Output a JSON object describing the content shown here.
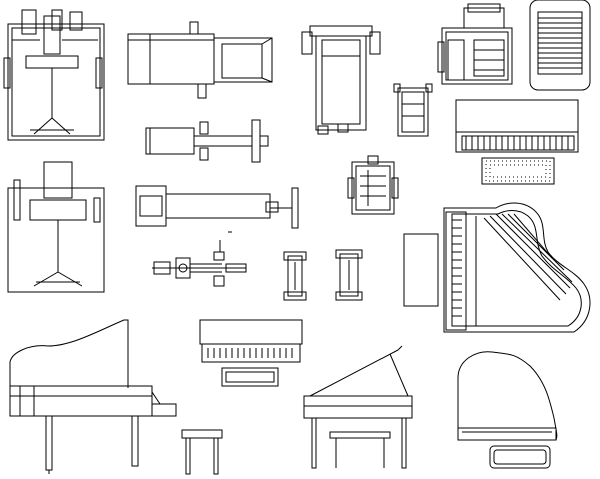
{
  "sheet": {
    "background": "#ffffff",
    "stroke": "#000000"
  },
  "blocks": [
    {
      "id": "weight-bench-station-top",
      "category": "gym"
    },
    {
      "id": "leg-press-machine-top",
      "category": "gym"
    },
    {
      "id": "treadmill-top",
      "category": "gym"
    },
    {
      "id": "exercise-station-top",
      "category": "gym"
    },
    {
      "id": "wall-panel-vent",
      "category": "fixture"
    },
    {
      "id": "ab-bench-top",
      "category": "gym"
    },
    {
      "id": "upright-piano-top",
      "category": "piano"
    },
    {
      "id": "piano-stool-top",
      "category": "piano"
    },
    {
      "id": "rowing-machine-top",
      "category": "gym"
    },
    {
      "id": "weight-station-elevation",
      "category": "gym"
    },
    {
      "id": "stepper-top",
      "category": "gym"
    },
    {
      "id": "grand-piano-top",
      "category": "piano"
    },
    {
      "id": "grand-piano-bench-top",
      "category": "piano"
    },
    {
      "id": "exercise-bench-top",
      "category": "gym"
    },
    {
      "id": "exercise-bike-top",
      "category": "gym"
    },
    {
      "id": "small-bench-a-top",
      "category": "gym"
    },
    {
      "id": "small-bench-b-top",
      "category": "gym"
    },
    {
      "id": "grand-piano-side-elevation",
      "category": "piano"
    },
    {
      "id": "upright-piano-front-elevation",
      "category": "piano"
    },
    {
      "id": "grand-piano-front-elevation",
      "category": "piano"
    },
    {
      "id": "baby-grand-piano-top",
      "category": "piano"
    },
    {
      "id": "piano-stool-elevation",
      "category": "piano"
    }
  ]
}
